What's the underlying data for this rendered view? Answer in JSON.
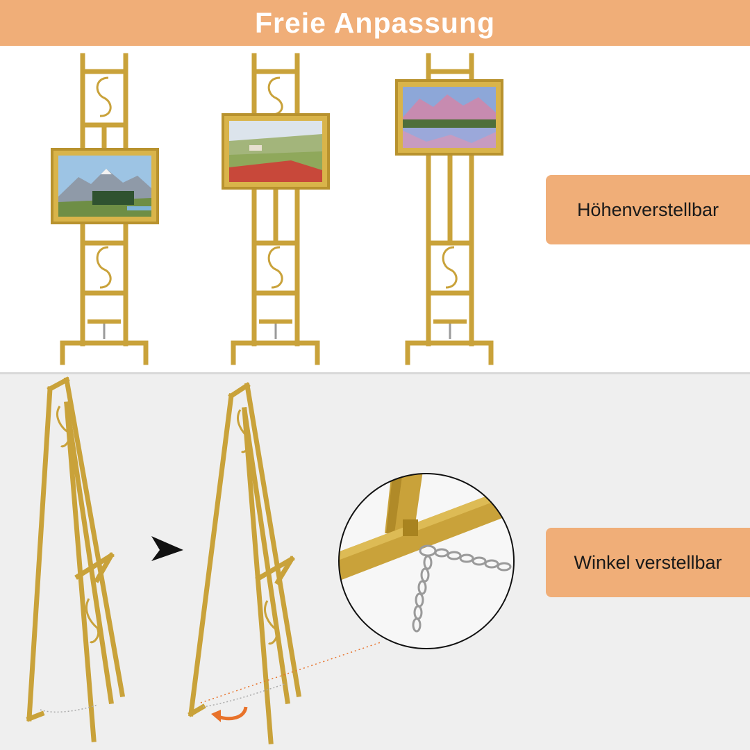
{
  "title": "Freie Anpassung",
  "features": {
    "height": "Höhenverstellbar",
    "angle": "Winkel verstellbar"
  },
  "colors": {
    "banner": "#F0AE78",
    "label": "#F0AE78",
    "gold": "#C9A23A",
    "gold_dark": "#A8831F",
    "bottom_background": "#EFEFEF",
    "arrow": "#E8722A"
  },
  "icons": [
    "play-arrow-icon",
    "curved-arrow-icon",
    "chain-icon"
  ]
}
